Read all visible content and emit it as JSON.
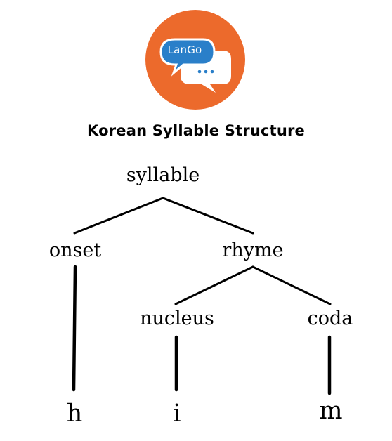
{
  "logo": {
    "text": "LanGo",
    "colors": {
      "circle": "#ec6a2c",
      "front_bubble": "#2a7fc9",
      "back_bubble": "#ffffff",
      "dots": "#2a7fc9"
    }
  },
  "title": "Korean Syllable Structure",
  "tree": {
    "root": "syllable",
    "onset": "onset",
    "rhyme": "rhyme",
    "nucleus": "nucleus",
    "coda": "coda",
    "leaves": {
      "h": "h",
      "i": "i",
      "m": "m"
    }
  }
}
